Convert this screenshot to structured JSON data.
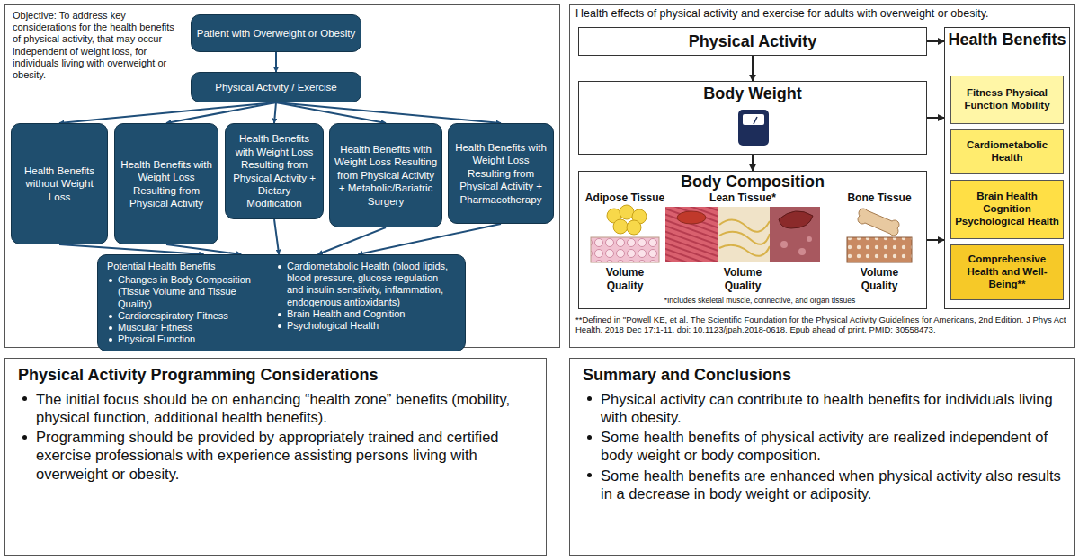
{
  "diagram": {
    "nodes": [
      {
        "text": [
          "Objective: To address key considerations for the health benefits of physical activity, that may occur independent of weight loss, for individuals living with overweight or obesity."
        ]
      },
      {
        "text": [
          "Patient with Overweight or Obesity"
        ],
        "in": 0
      },
      {
        "text": [
          "Physical Activity / Exercise"
        ],
        "in": 0
      },
      {
        "text": [
          "Health Benefits without Weight Loss"
        ],
        "in": 0
      },
      {
        "text": [
          "Health Benefits with Weight Loss Resulting from Physical Activity"
        ],
        "in": 0
      },
      {
        "text": [
          "Health Benefits with Weight Loss Resulting from Physical Activity + Dietary Modification"
        ],
        "in": 0
      },
      {
        "text": [
          "Health Benefits with Weight Loss Resulting from Physical Activity + Metabolic/Bariatric Surgery"
        ],
        "in": 0
      },
      {
        "text": [
          "Health Benefits with Weight Loss Resulting from Physical Activity + Pharmacotherapy"
        ],
        "in": 0
      },
      {
        "text": [
          "Potential Health Benefits",
          "Changes in Body Composition (Tissue Volume and Tissue Quality)",
          "Cardiorespiratory Fitness",
          "Muscular Fitness",
          "Physical Function",
          "Cardiometabolic Health (blood lipids, blood pressure, glucose regulation and insulin sensitivity, inflammation, endogenous antioxidants)",
          "Brain Health and Cognition",
          "Psychological Health"
        ],
        "in": 0
      },
      {
        "text": [
          "Health effects of physical activity and exercise for adults with overweight or obesity.",
          "**Defined in \"Powell KE, et al. The Scientific Foundation for the Physical Activity Guidelines for Americans, 2nd Edition. J Phys Act Health. 2018 Dec 17:1-11. doi: 10.1123/jpah.2018-0618. Epub ahead of print. PMID: 30558473."
        ]
      },
      {
        "text": [
          "Physical Activity"
        ],
        "in": 9
      },
      {
        "text": [
          "Body Weight"
        ],
        "in": 9
      },
      {
        "text": [
          "Body Composition",
          "Adipose Tissue",
          "Volume",
          "Quality",
          "Lean Tissue*",
          "Volume",
          "Quality",
          "Bone Tissue",
          "Volume",
          "Quality",
          "*Includes skeletal muscle, connective, and organ tissues"
        ],
        "in": 9
      },
      {
        "text": [
          "Health Benefits"
        ],
        "in": 9
      },
      {
        "text": [
          "Fitness Physical Function Mobility"
        ],
        "in": 13
      },
      {
        "text": [
          "Cardiometabolic Health"
        ],
        "in": 13
      },
      {
        "text": [
          "Brain Health Cognition Psychological Health"
        ],
        "in": 13
      },
      {
        "text": [
          "Comprehensive Health and Well-Being**"
        ],
        "in": 13
      },
      {
        "text": [
          "Physical Activity Programming Considerations",
          "The initial focus should be on enhancing “health zone” benefits (mobility, physical function, additional health benefits).",
          "Programming should be provided by appropriately trained and certified exercise professionals with experience assisting persons living with overweight or obesity."
        ]
      },
      {
        "text": [
          "Summary and Conclusions",
          "Physical activity can contribute to health benefits for individuals living with obesity.",
          "Some health benefits of physical activity are realized independent of body weight or body composition.",
          "Some health benefits are enhanced when physical activity also results in a decrease in body weight or adiposity."
        ]
      }
    ],
    "edges": [
      {
        "from": 1,
        "to": 2,
        "arrow": "to"
      },
      {
        "from": 2,
        "to": 3,
        "arrow": "to"
      },
      {
        "from": 2,
        "to": 4,
        "arrow": "to"
      },
      {
        "from": 2,
        "to": 5,
        "arrow": "to"
      },
      {
        "from": 2,
        "to": 6,
        "arrow": "to"
      },
      {
        "from": 2,
        "to": 7,
        "arrow": "to"
      },
      {
        "from": 3,
        "to": 8,
        "arrow": "to"
      },
      {
        "from": 4,
        "to": 8,
        "arrow": "to"
      },
      {
        "from": 5,
        "to": 8,
        "arrow": "to"
      },
      {
        "from": 6,
        "to": 8,
        "arrow": "to"
      },
      {
        "from": 7,
        "to": 8,
        "arrow": "to"
      },
      {
        "from": 10,
        "to": 11,
        "arrow": "to"
      },
      {
        "from": 11,
        "to": 12,
        "arrow": "to"
      },
      {
        "from": 10,
        "to": 13,
        "arrow": "to"
      },
      {
        "from": 11,
        "to": 13,
        "arrow": "to"
      },
      {
        "from": 12,
        "to": 13,
        "arrow": "to"
      }
    ]
  }
}
